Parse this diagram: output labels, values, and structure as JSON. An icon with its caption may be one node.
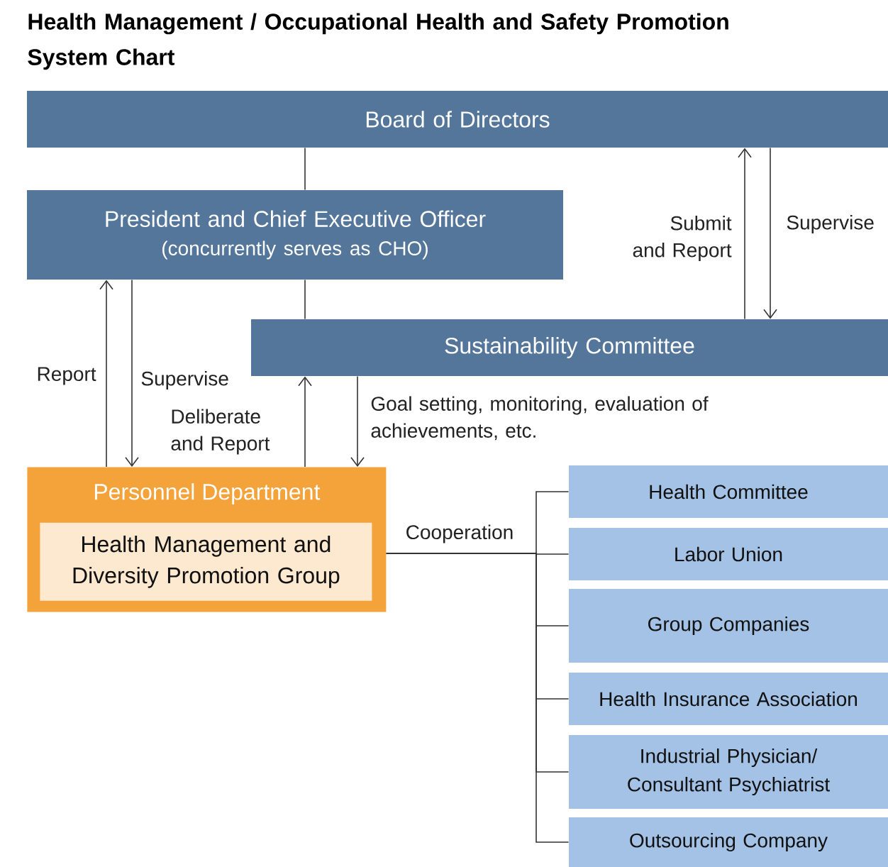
{
  "diagram": {
    "title": "Health Management / Occupational Health and Safety Promotion System Chart",
    "nodes": [
      {
        "text": [
          "Board of Directors"
        ]
      },
      {
        "text": [
          "President and Chief Executive Officer",
          "(concurrently serves as CHO)"
        ]
      },
      {
        "text": [
          "Sustainability Committee"
        ]
      },
      {
        "text": [
          "Personnel Department"
        ]
      },
      {
        "text": [
          "Health Management and Diversity Promotion Group"
        ],
        "in": 3
      },
      {
        "text": [
          "Health Committee"
        ]
      },
      {
        "text": [
          "Labor Union"
        ]
      },
      {
        "text": [
          "Group Companies"
        ]
      },
      {
        "text": [
          "Health Insurance Association"
        ]
      },
      {
        "text": [
          "Industrial Physician/ Consultant Psychiatrist"
        ]
      },
      {
        "text": [
          "Outsourcing Company"
        ]
      }
    ],
    "edges": [
      {
        "from": 0,
        "to": 1,
        "arrow": "none"
      },
      {
        "from": 1,
        "to": 2,
        "arrow": "none"
      },
      {
        "from": 2,
        "to": 0,
        "arrow": "to",
        "label": "Submit and Report"
      },
      {
        "from": 0,
        "to": 2,
        "arrow": "to",
        "label": "Supervise"
      },
      {
        "from": 3,
        "to": 1,
        "arrow": "to",
        "label": "Report"
      },
      {
        "from": 1,
        "to": 3,
        "arrow": "to",
        "label": "Supervise"
      },
      {
        "from": 3,
        "to": 2,
        "arrow": "to",
        "label": "Deliberate and Report"
      },
      {
        "from": 2,
        "to": 3,
        "arrow": "to",
        "label": "Goal setting, monitoring, evaluation of achievements, etc."
      },
      {
        "from": 3,
        "to": 5,
        "arrow": "none"
      },
      {
        "from": 3,
        "to": 6,
        "arrow": "none",
        "label": "Cooperation"
      },
      {
        "from": 3,
        "to": 7,
        "arrow": "none"
      },
      {
        "from": 3,
        "to": 8,
        "arrow": "none"
      },
      {
        "from": 3,
        "to": 9,
        "arrow": "none"
      },
      {
        "from": 3,
        "to": 10,
        "arrow": "none"
      }
    ]
  }
}
